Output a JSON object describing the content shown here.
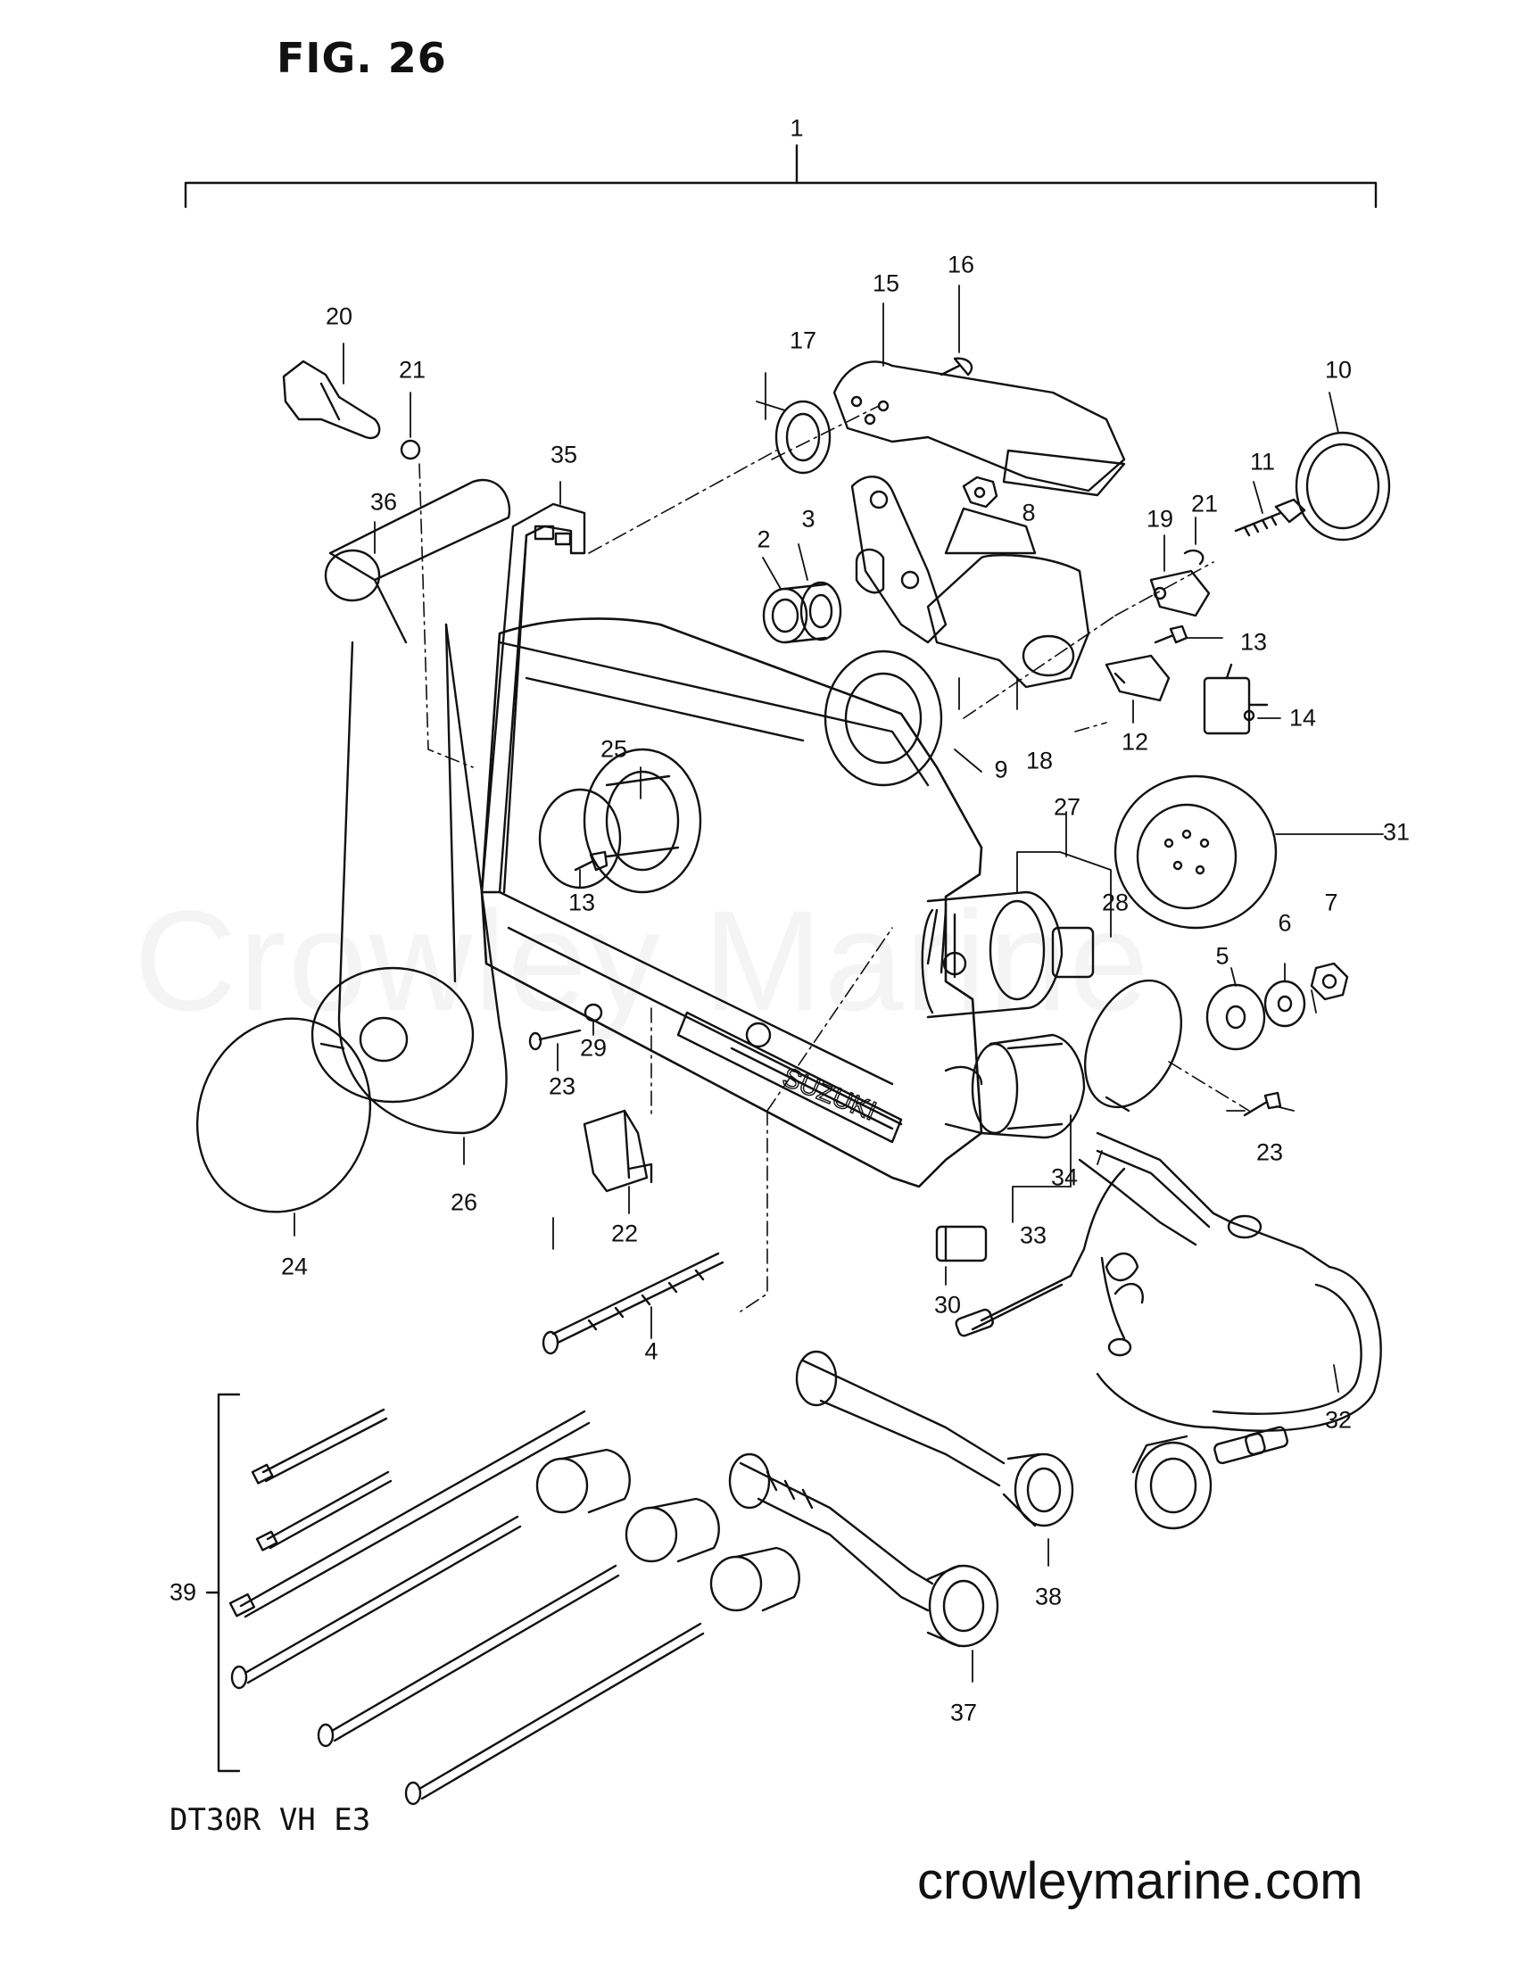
{
  "header": {
    "figure_title": "FIG. 26"
  },
  "footer": {
    "model_code": "DT30R VH E3",
    "website": "crowleymarine.com"
  },
  "watermark": {
    "text": "Crowley Marine"
  },
  "casing": {
    "brand_text": "SUZUKI"
  },
  "callouts": {
    "c1": "1",
    "c2": "2",
    "c3": "3",
    "c4": "4",
    "c5": "5",
    "c6": "6",
    "c7": "7",
    "c8": "8",
    "c9": "9",
    "c10": "10",
    "c11": "11",
    "c12": "12",
    "c13a": "13",
    "c13b": "13",
    "c14": "14",
    "c15": "15",
    "c16": "16",
    "c17": "17",
    "c18": "18",
    "c19": "19",
    "c20": "20",
    "c21a": "21",
    "c21b": "21",
    "c22": "22",
    "c23a": "23",
    "c23b": "23",
    "c24": "24",
    "c25": "25",
    "c26": "26",
    "c27": "27",
    "c28": "28",
    "c29": "29",
    "c30": "30",
    "c31": "31",
    "c32": "32",
    "c33": "33",
    "c34": "34",
    "c35": "35",
    "c36": "36",
    "c37": "37",
    "c38": "38",
    "c39": "39"
  },
  "colors": {
    "ink": "#111111",
    "paper": "#ffffff"
  }
}
